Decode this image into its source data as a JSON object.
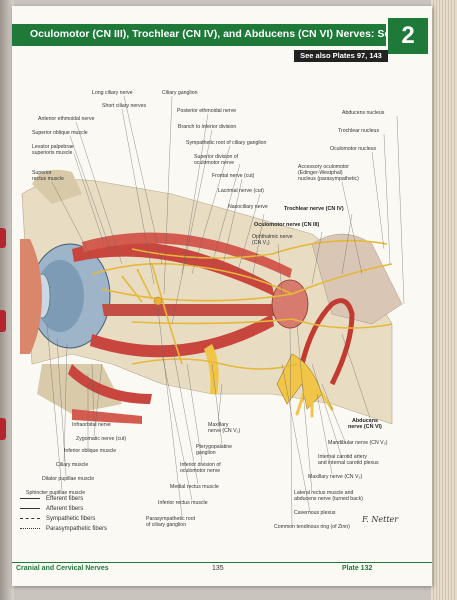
{
  "header": {
    "title": "Oculomotor (CN III), Trochlear (CN IV), and Abducens (CN VI) Nerves: Schema",
    "chapter_number": "2",
    "see_also": "See also Plates 97, 143"
  },
  "labels": {
    "long_ciliary": "Long ciliary nerve",
    "ciliary_ganglion": "Ciliary ganglion",
    "short_ciliary": "Short ciliary nerves",
    "post_ethmoidal": "Posterior ethmoidal nerve",
    "ant_ethmoidal": "Anterior ethmoidal nerve",
    "branch_inf_div": "Branch to inferior division",
    "sup_oblique": "Superior oblique muscle",
    "sympathetic_root": "Sympathetic root of ciliary ganglion",
    "levator_1": "Levator palpebrae",
    "levator_2": "superioris muscle",
    "sup_div_1": "Superior division of",
    "sup_div_2": "oculomotor nerve",
    "sup_rectus_1": "Superior",
    "sup_rectus_2": "rectus muscle",
    "frontal": "Frontal nerve (cut)",
    "lacrimal": "Lacrimal nerve (cut)",
    "nasociliary": "Nasociliary nerve",
    "abducens_nucleus": "Abducens nucleus",
    "trochlear_nucleus": "Trochlear nucleus",
    "oculomotor_nucleus": "Oculomotor nucleus",
    "accessory_1": "Accessory oculomotor",
    "accessory_2": "(Edinger-Westphal)",
    "accessory_3": "nucleus (parasympathetic)",
    "trochlear_nerve": "Trochlear nerve (CN IV)",
    "oculomotor_nerve": "Oculomotor nerve (CN III)",
    "ophthalmic_1": "Ophthalmic nerve",
    "ophthalmic_2": "(CN V₁)",
    "infraorbital": "Infraorbital nerve",
    "zygomatic": "Zygomatic nerve (cut)",
    "inf_oblique": "Inferior oblique muscle",
    "ciliary_muscle": "Ciliary muscle",
    "dilator": "Dilator pupillae muscle",
    "sphincter": "Sphincter pupillae muscle",
    "maxillary_1": "Maxillary",
    "maxillary_2": "nerve (CN V₂)",
    "pterygopalatine_1": "Pterygopalatine",
    "pterygopalatine_2": "ganglion",
    "inf_div_1": "Inferior division of",
    "inf_div_2": "oculomotor nerve",
    "medial_rectus": "Medial rectus muscle",
    "inf_rectus": "Inferior rectus muscle",
    "parasym_root_1": "Parasympathetic root",
    "parasym_root_2": "of ciliary ganglion",
    "abducens_nerve_1": "Abducens",
    "abducens_nerve_2": "nerve (CN VI)",
    "mandibular": "Mandibular nerve (CN V₃)",
    "carotid_1": "Internal carotid artery",
    "carotid_2": "and internal carotid plexus",
    "maxillary_v2": "Maxillary nerve (CN V₂)",
    "lat_rectus_1": "Lateral rectus muscle and",
    "lat_rectus_2": "abducens nerve (turned back)",
    "cavernous": "Cavernous plexus",
    "common_tendinous": "Common tendinous ring (of Zinn)",
    "signature": "F. Netter"
  },
  "legend": [
    {
      "label": "Efferent fibers",
      "style": "solid"
    },
    {
      "label": "Afferent fibers",
      "style": "solid"
    },
    {
      "label": "Sympathetic fibers",
      "style": "dashed"
    },
    {
      "label": "Parasympathetic fibers",
      "style": "dotted"
    }
  ],
  "footer": {
    "section": "Cranial and Cervical Nerves",
    "page_number": "135",
    "plate": "Plate 132"
  },
  "colors": {
    "header_green": "#1f7a3a",
    "nerve_yellow": "#e6b83a",
    "muscle_red": "#c8463e",
    "bone": "#e8dcc2"
  }
}
